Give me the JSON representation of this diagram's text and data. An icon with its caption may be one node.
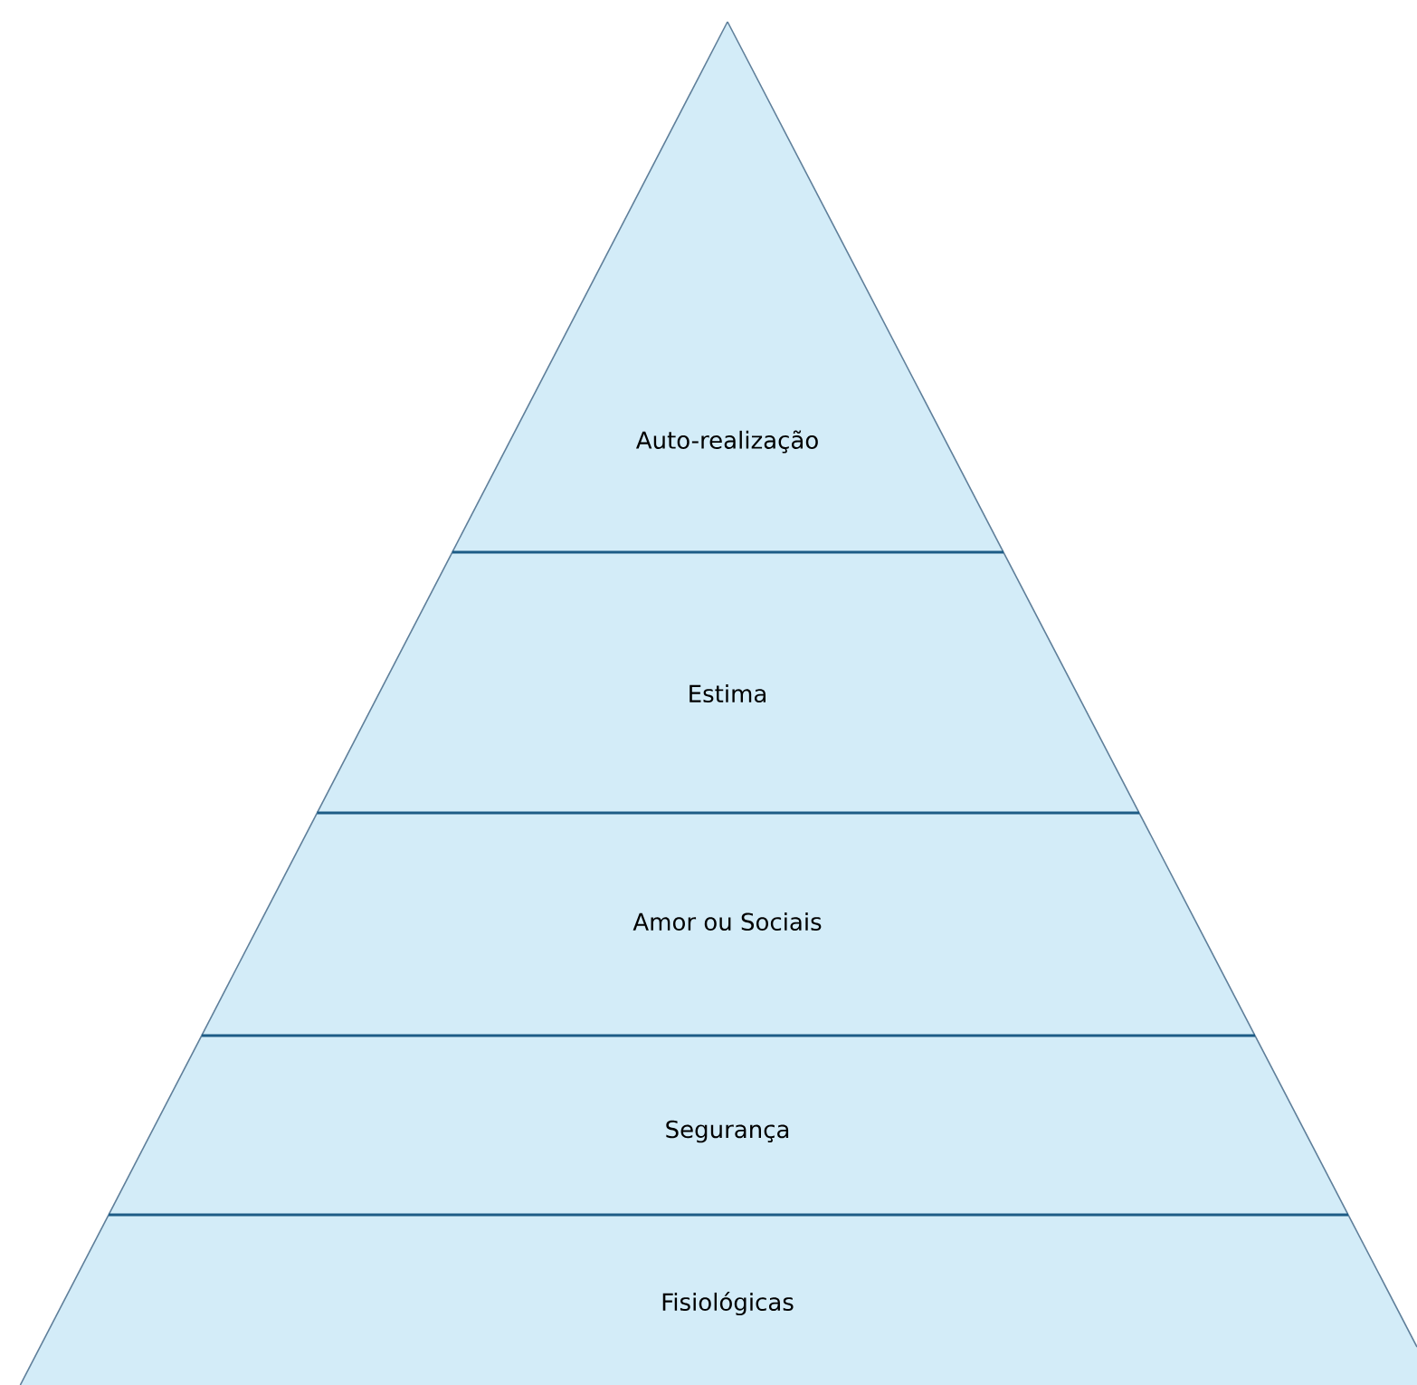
{
  "diagram": {
    "nodes": [
      {
        "text": [
          "Auto-realização"
        ]
      },
      {
        "text": [
          "Estima"
        ]
      },
      {
        "text": [
          "Amor ou Sociais"
        ]
      },
      {
        "text": [
          "Segurança"
        ]
      },
      {
        "text": [
          "Fisiológicas"
        ]
      }
    ]
  }
}
